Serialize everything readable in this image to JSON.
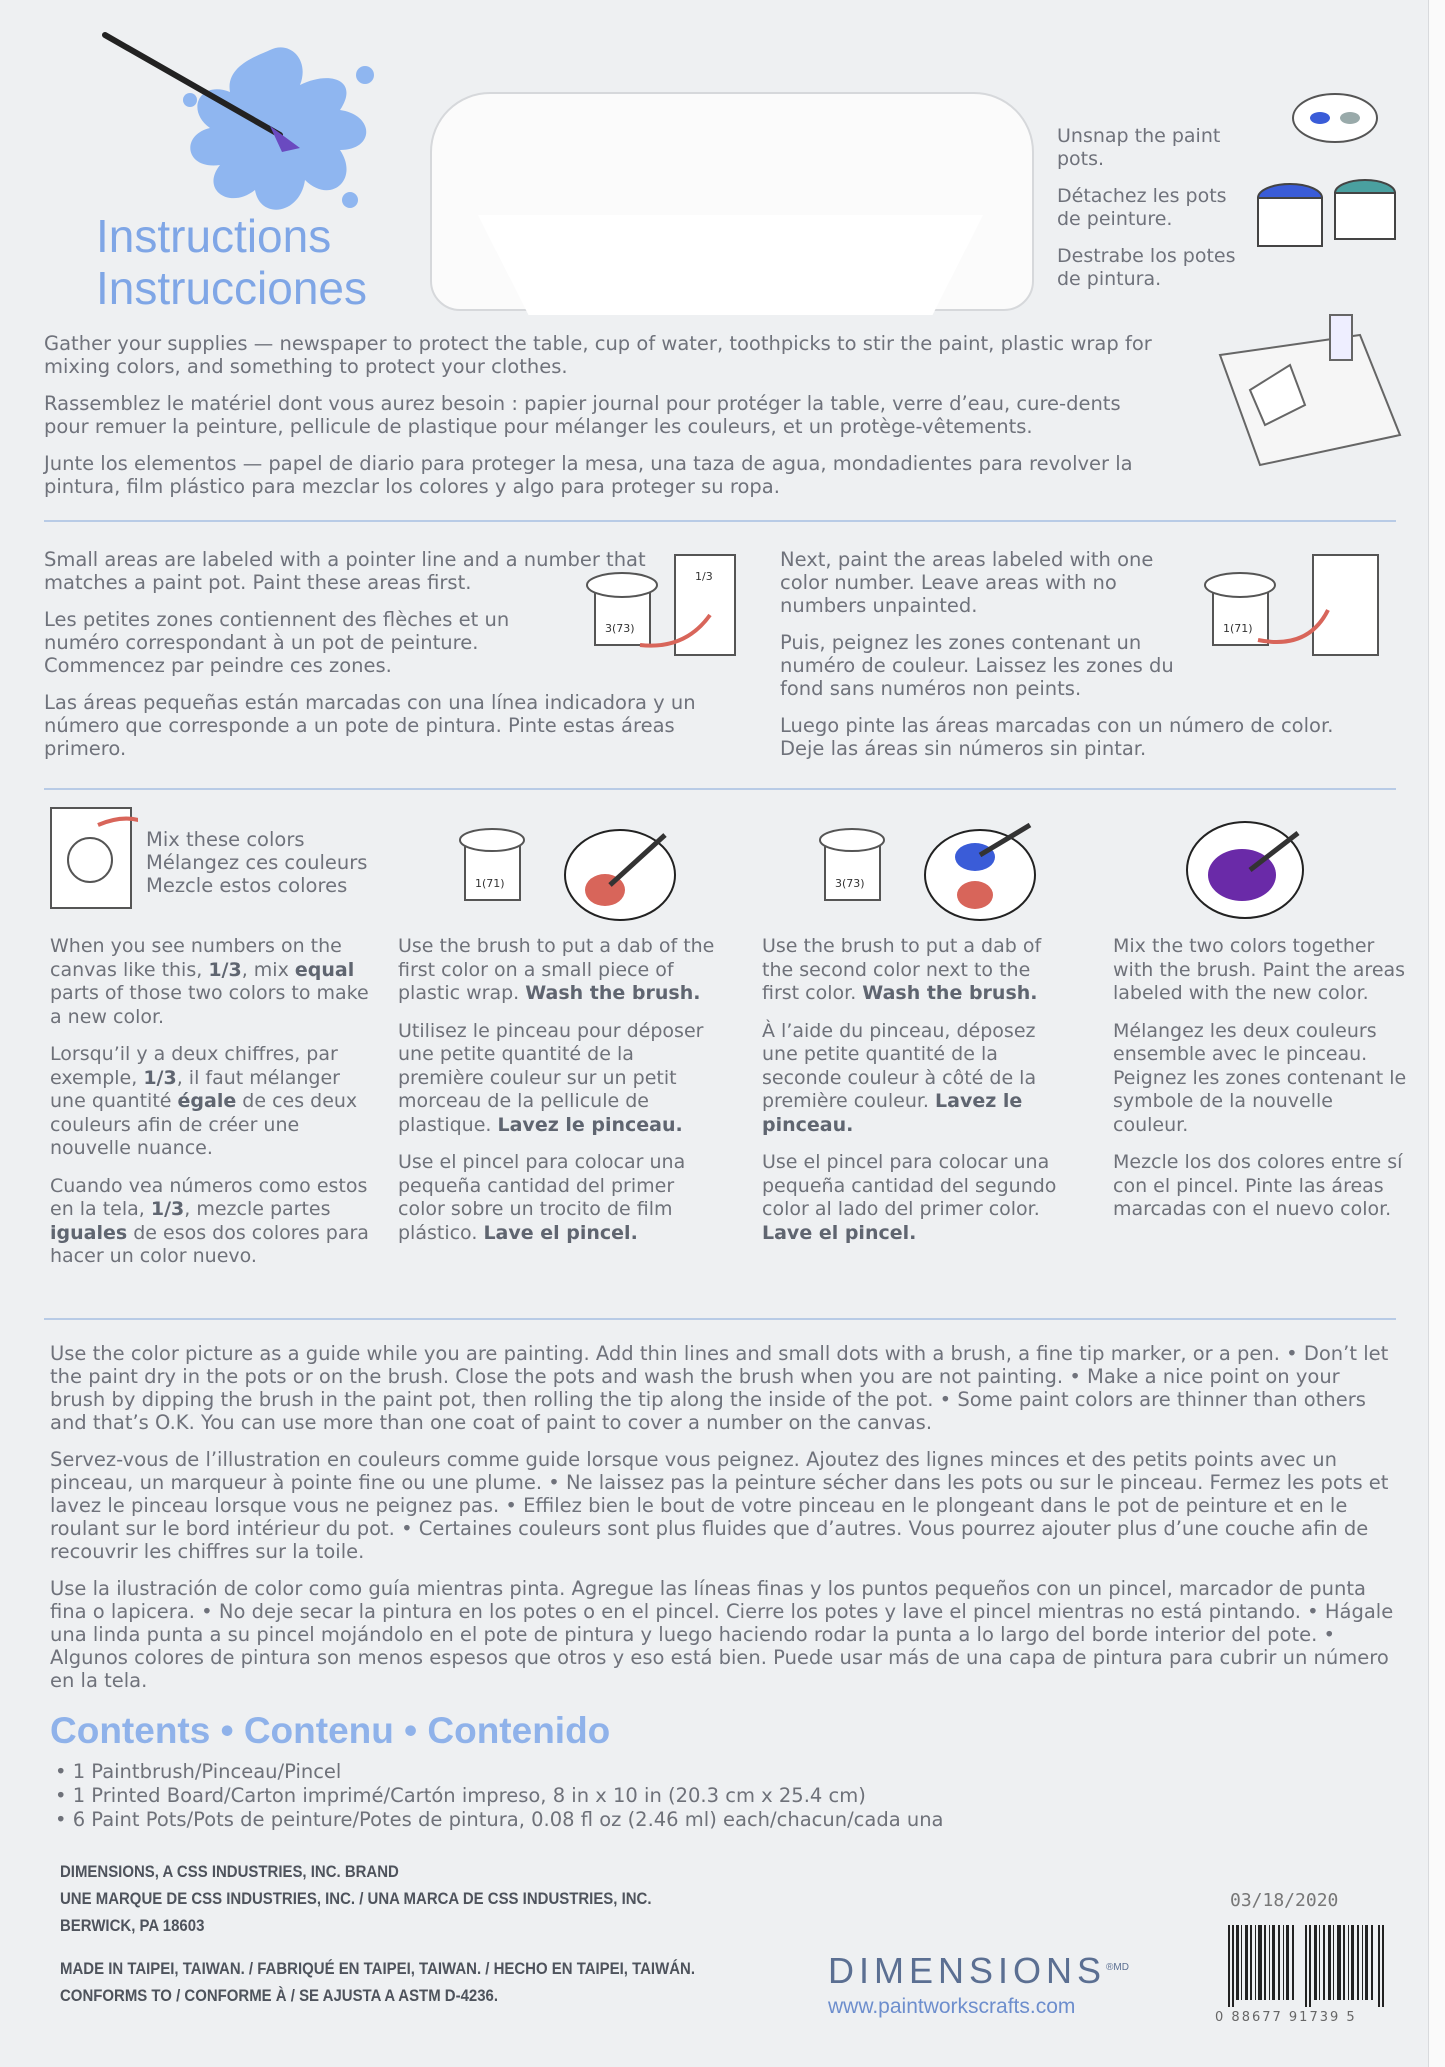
{
  "header": {
    "title_en": "Instructions",
    "title_es": "Instrucciones",
    "unsnap": [
      "Unsnap the paint pots.",
      "Détachez les pots de peinture.",
      "Destrabe los potes de pintura."
    ]
  },
  "supplies": [
    "Gather your supplies — newspaper to protect the table, cup of water, toothpicks to stir the paint, plastic wrap for mixing colors, and something to protect your clothes.",
    "Rassemblez le matériel dont vous aurez besoin : papier journal pour protéger la table, verre d’eau, cure-dents pour remuer la peinture, pellicule de plastique pour mélanger les couleurs, et un protège-vêtements.",
    "Junte los elementos — papel de diario para proteger la mesa, una taza de agua, mondadientes para revolver la pintura, film plástico para mezclar los colores y algo para proteger su ropa."
  ],
  "step_small": [
    "Small areas are labeled with a pointer line and a number that matches a paint pot. Paint these areas first.",
    "Les petites zones contiennent des flèches et un numéro correspondant à un pot de peinture. Commencez par peindre ces zones.",
    "Las áreas pequeñas están marcadas con una línea indicadora y un número que corresponde a un pote de pintura. Pinte estas áreas primero."
  ],
  "step_next": [
    "Next, paint the areas labeled with one color number. Leave areas with no numbers unpainted.",
    "Puis, peignez les zones contenant un numéro de couleur. Laissez les zones du fond sans numéros non peints.",
    "Luego pinte las áreas marcadas con un número de color. Deje las áreas sin números sin pintar."
  ],
  "pot_labels": {
    "a": "3(73)",
    "b": "1(71)",
    "c": "1(71)",
    "d": "3(73)",
    "frac": "1/3"
  },
  "mix": [
    "Mix these colors",
    "Mélangez ces couleurs",
    "Mezcle estos colores"
  ],
  "mix_cols": [
    {
      "en_pre": "When you see numbers on the canvas like this, ",
      "en_b1": "1/3",
      "en_mid": ", mix ",
      "en_b2": "equal",
      "en_post": " parts of those two colors to make a new color.",
      "fr_pre": "Lorsqu’il y a deux chiffres, par exemple, ",
      "fr_b1": "1/3",
      "fr_mid": ", il faut mélanger une quantité ",
      "fr_b2": "égale",
      "fr_post": " de ces deux couleurs afin de créer une nouvelle nuance.",
      "es_pre": "Cuando vea números como estos en la tela, ",
      "es_b1": "1/3",
      "es_mid": ", mezcle partes ",
      "es_b2": "iguales",
      "es_post": " de esos dos colores para hacer un color nuevo."
    },
    {
      "en": "Use the brush to put a dab of the first color on a small piece of plastic wrap.",
      "en_b": "Wash the brush.",
      "fr": "Utilisez le pinceau pour déposer une petite quantité de la première couleur sur un petit morceau de la pellicule de plastique.",
      "fr_b": "Lavez le pinceau.",
      "es": "Use el pincel para colocar una pequeña cantidad del primer color sobre un trocito de film plástico.",
      "es_b": "Lave el pincel."
    },
    {
      "en": "Use the brush to put a dab of the second color next to the first color.",
      "en_b": "Wash the brush.",
      "fr": "À l’aide du pinceau, déposez une petite quantité de la seconde couleur à côté de la première couleur.",
      "fr_b": "Lavez le pinceau.",
      "es": "Use el pincel para colocar una pequeña cantidad del segundo color al lado del primer color.",
      "es_b": "Lave el pincel."
    },
    {
      "en": "Mix the two colors together with the brush. Paint the areas labeled with the new color.",
      "fr": "Mélangez les deux couleurs ensemble avec le pinceau. Peignez les zones contenant le symbole de la nouvelle couleur.",
      "es": "Mezcle los dos colores entre sí con el pincel. Pinte las áreas marcadas con el nuevo color."
    }
  ],
  "tips": [
    "Use the color picture as a guide while you are painting. Add thin lines and small dots with a brush, a fine tip marker, or a pen. • Don’t let the paint dry in the pots or on the brush. Close the pots and wash the brush when you are not painting. • Make a nice point on your brush by dipping the brush in the paint pot, then rolling the tip along the inside of the pot. • Some paint colors are thinner than others and that’s O.K. You can use more than one coat of paint to cover a number on the canvas.",
    "Servez-vous de l’illustration en couleurs comme guide lorsque vous peignez. Ajoutez des lignes minces et des petits points avec un pinceau, un marqueur à pointe fine ou une plume. • Ne laissez pas la peinture sécher dans les pots ou sur le pinceau. Fermez les pots et lavez le pinceau lorsque vous ne peignez pas. • Effilez bien le bout de votre pinceau en le plongeant dans le pot de peinture et en le roulant sur le bord intérieur du pot. • Certaines couleurs sont plus fluides que d’autres. Vous pourrez ajouter plus d’une couche afin de recouvrir les chiffres sur la toile.",
    "Use la ilustración de color como guía mientras pinta. Agregue las líneas finas y los puntos pequeños con un pincel, marcador de punta fina o lapicera. • No deje secar la pintura en los potes o en el pincel. Cierre los potes y lave el pincel mientras no está pintando. • Hágale una linda punta a su pincel mojándolo en el pote de pintura y luego haciendo rodar la punta a lo largo del borde interior del pote. • Algunos colores de pintura son menos espesos que otros y eso está bien. Puede usar más de una capa de pintura para cubrir un número en la tela."
  ],
  "contents": {
    "title": "Contents • Contenu • Contenido",
    "items": [
      "1 Paintbrush/Pinceau/Pincel",
      "1 Printed Board/Carton imprimé/Cartón impreso, 8 in x 10 in (20.3 cm x 25.4 cm)",
      "6 Paint Pots/Pots de peinture/Potes de pintura, 0.08 fl oz (2.46 ml) each/chacun/cada una"
    ]
  },
  "corporate": {
    "lines1": [
      "DIMENSIONS, A CSS INDUSTRIES, INC. BRAND",
      "UNE MARQUE DE CSS INDUSTRIES, INC. / UNA MARCA DE CSS INDUSTRIES, INC.",
      "BERWICK, PA 18603"
    ],
    "lines2": [
      "MADE IN TAIPEI, TAIWAN. / FABRIQUÉ EN TAIPEI, TAIWAN. / HECHO EN TAIPEI, TAIWÁN.",
      "CONFORMS TO / CONFORME À / SE AJUSTA A ASTM D-4236."
    ]
  },
  "logo": {
    "text": "DIMENSIONS",
    "mark": "®MD",
    "url": "www.paintworkscrafts.com"
  },
  "date": "03/18/2020",
  "barcode": {
    "left": "0",
    "mid": "88677 91739",
    "right": "5"
  },
  "colors": {
    "accent": "#7fa6e6",
    "paint_red": "#d8655a",
    "paint_blue": "#3a5cd8",
    "paint_purple": "#6a2aa8",
    "splash": "#8fb6f0"
  }
}
